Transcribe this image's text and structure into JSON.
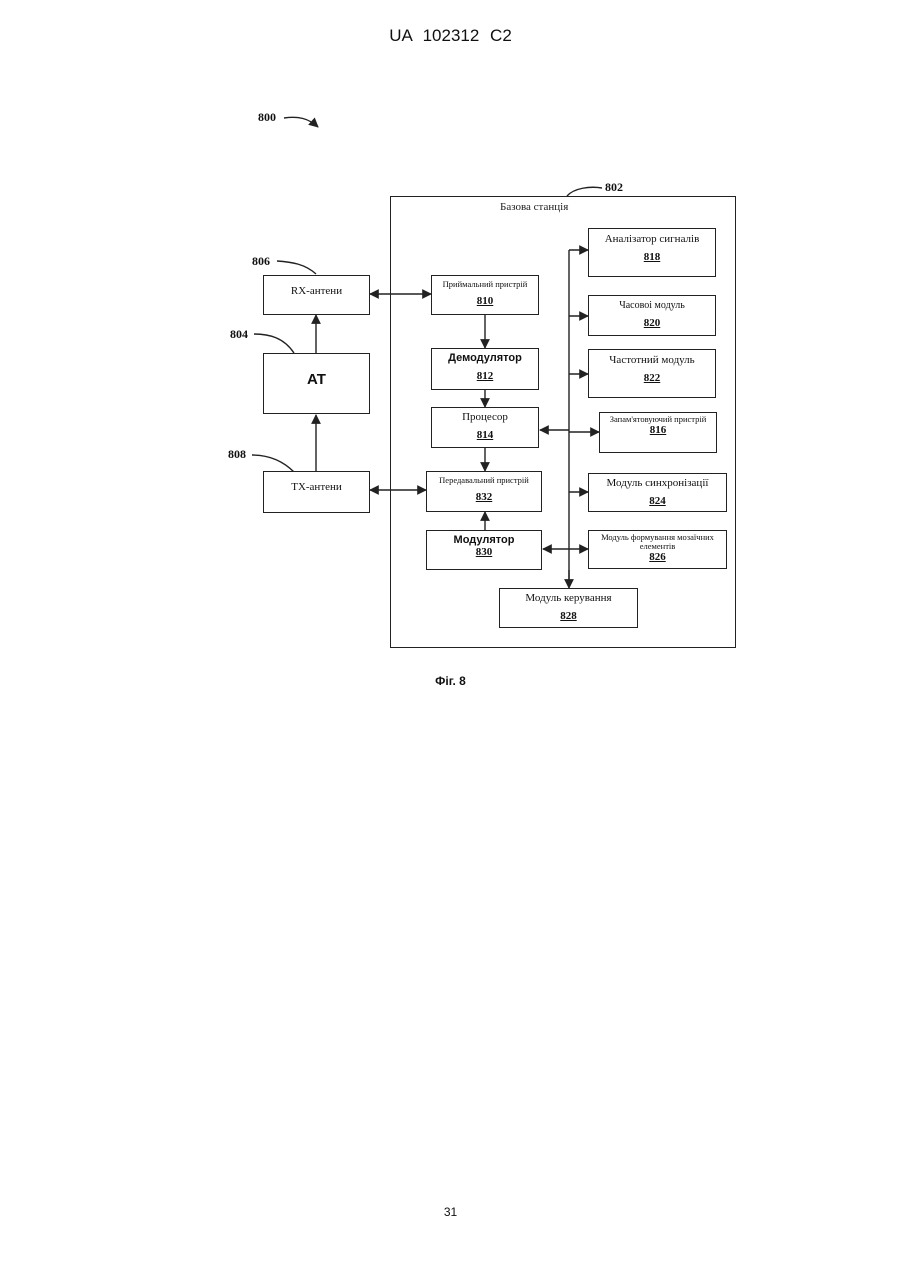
{
  "header": {
    "patent_id": "UA   102312   C2"
  },
  "figure": {
    "labels": {
      "system": "800",
      "base_station": "802",
      "at": "804",
      "rx_antennas": "806",
      "tx_antennas": "808"
    },
    "base_station_title": "Базова станція",
    "blocks": {
      "rx": {
        "label": "RX-антени"
      },
      "at": {
        "label": "AT"
      },
      "tx": {
        "label": "TX-антени"
      },
      "receiver": {
        "label": "Приймальний пристрій",
        "number": "810"
      },
      "demodulator": {
        "label": "Демодулятор",
        "number": "812"
      },
      "processor": {
        "label": "Процесор",
        "number": "814"
      },
      "memory": {
        "label": "Запам'ятовуючий пристрій",
        "number": "816"
      },
      "signal_analyzer": {
        "label": "Аналізатор сигналів",
        "number": "818"
      },
      "time_module": {
        "label": "Часовоі модуль",
        "number": "820"
      },
      "freq_module": {
        "label": "Частотний модуль",
        "number": "822"
      },
      "sync_module": {
        "label": "Модуль синхронізації",
        "number": "824"
      },
      "mosaic_module": {
        "label": "Модуль формування мозаїчних елементів",
        "number": "826"
      },
      "control_module": {
        "label": "Модуль керування",
        "number": "828"
      },
      "modulator": {
        "label": "Модулятор",
        "number": "830"
      },
      "transmitter": {
        "label": "Передавальний пристрій",
        "number": "832"
      }
    },
    "caption": "Фіг. 8"
  },
  "footer": {
    "page_number": "31"
  }
}
